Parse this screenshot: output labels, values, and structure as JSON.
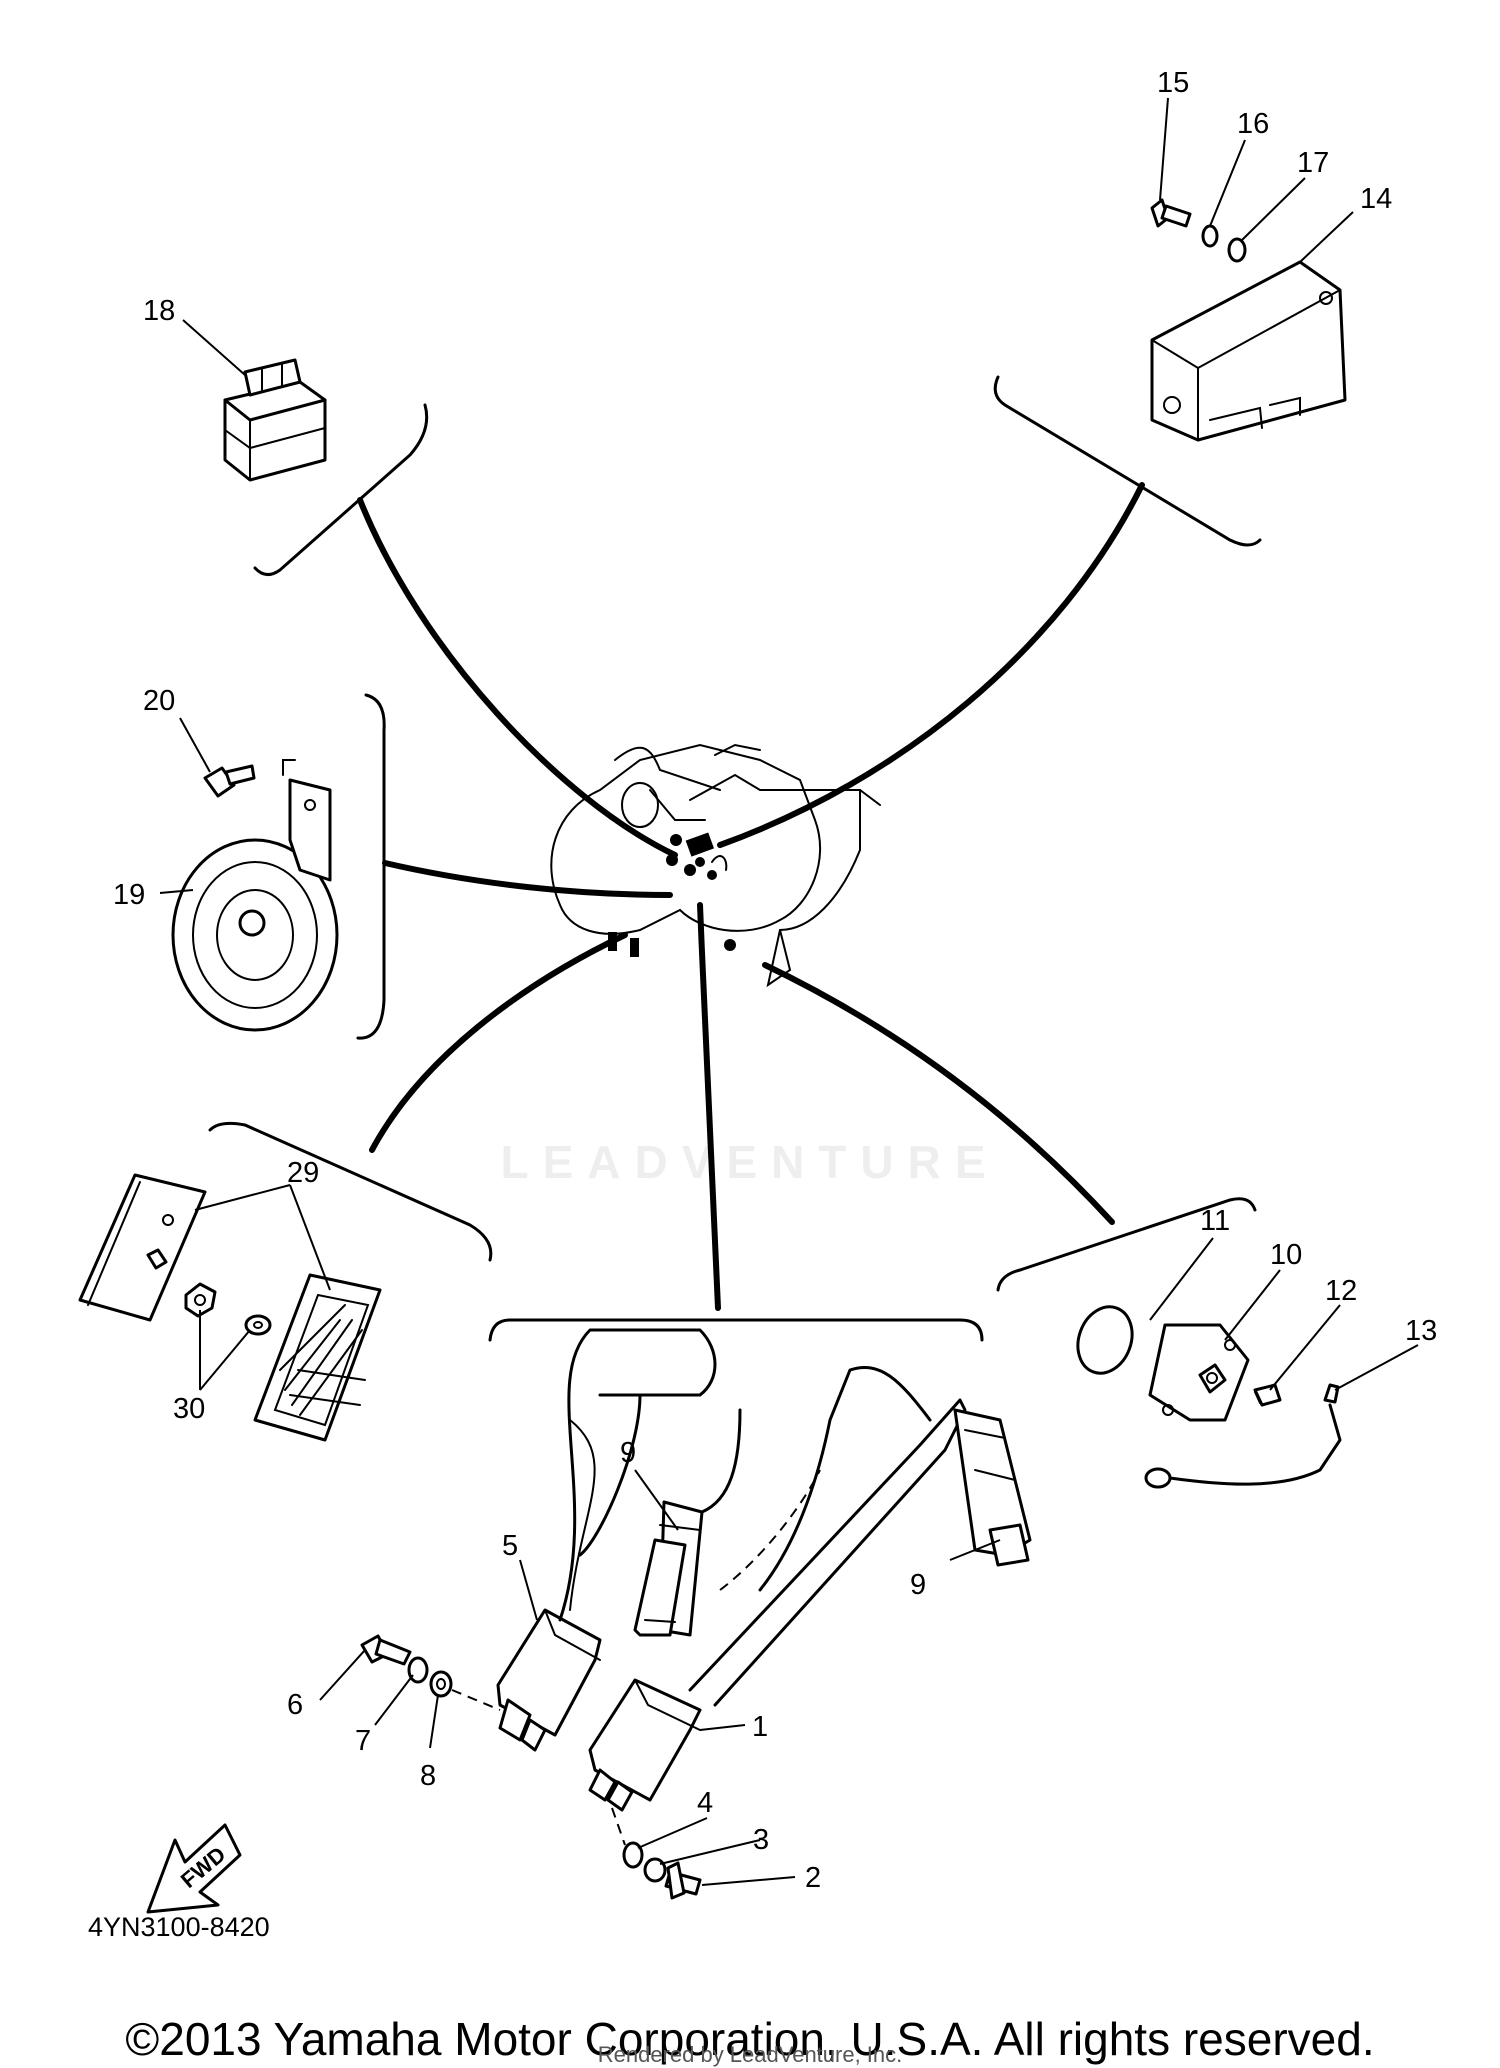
{
  "callouts": {
    "c1": "1",
    "c2": "2",
    "c3": "3",
    "c4": "4",
    "c5": "5",
    "c6": "6",
    "c7": "7",
    "c8": "8",
    "c9a": "9",
    "c9b": "9",
    "c10": "10",
    "c11": "11",
    "c12": "12",
    "c13": "13",
    "c14": "14",
    "c15": "15",
    "c16": "16",
    "c17": "17",
    "c18": "18",
    "c19": "19",
    "c20": "20",
    "c29": "29",
    "c30": "30"
  },
  "fwd_label": "FWD",
  "diagram_code": "4YN3100-8420",
  "watermark": "LEADVENTURE",
  "copyright": "©2013 Yamaha Motor Corporation, U.S.A. All rights reserved.",
  "rendered_by": "Rendered by LeadVenture, Inc."
}
